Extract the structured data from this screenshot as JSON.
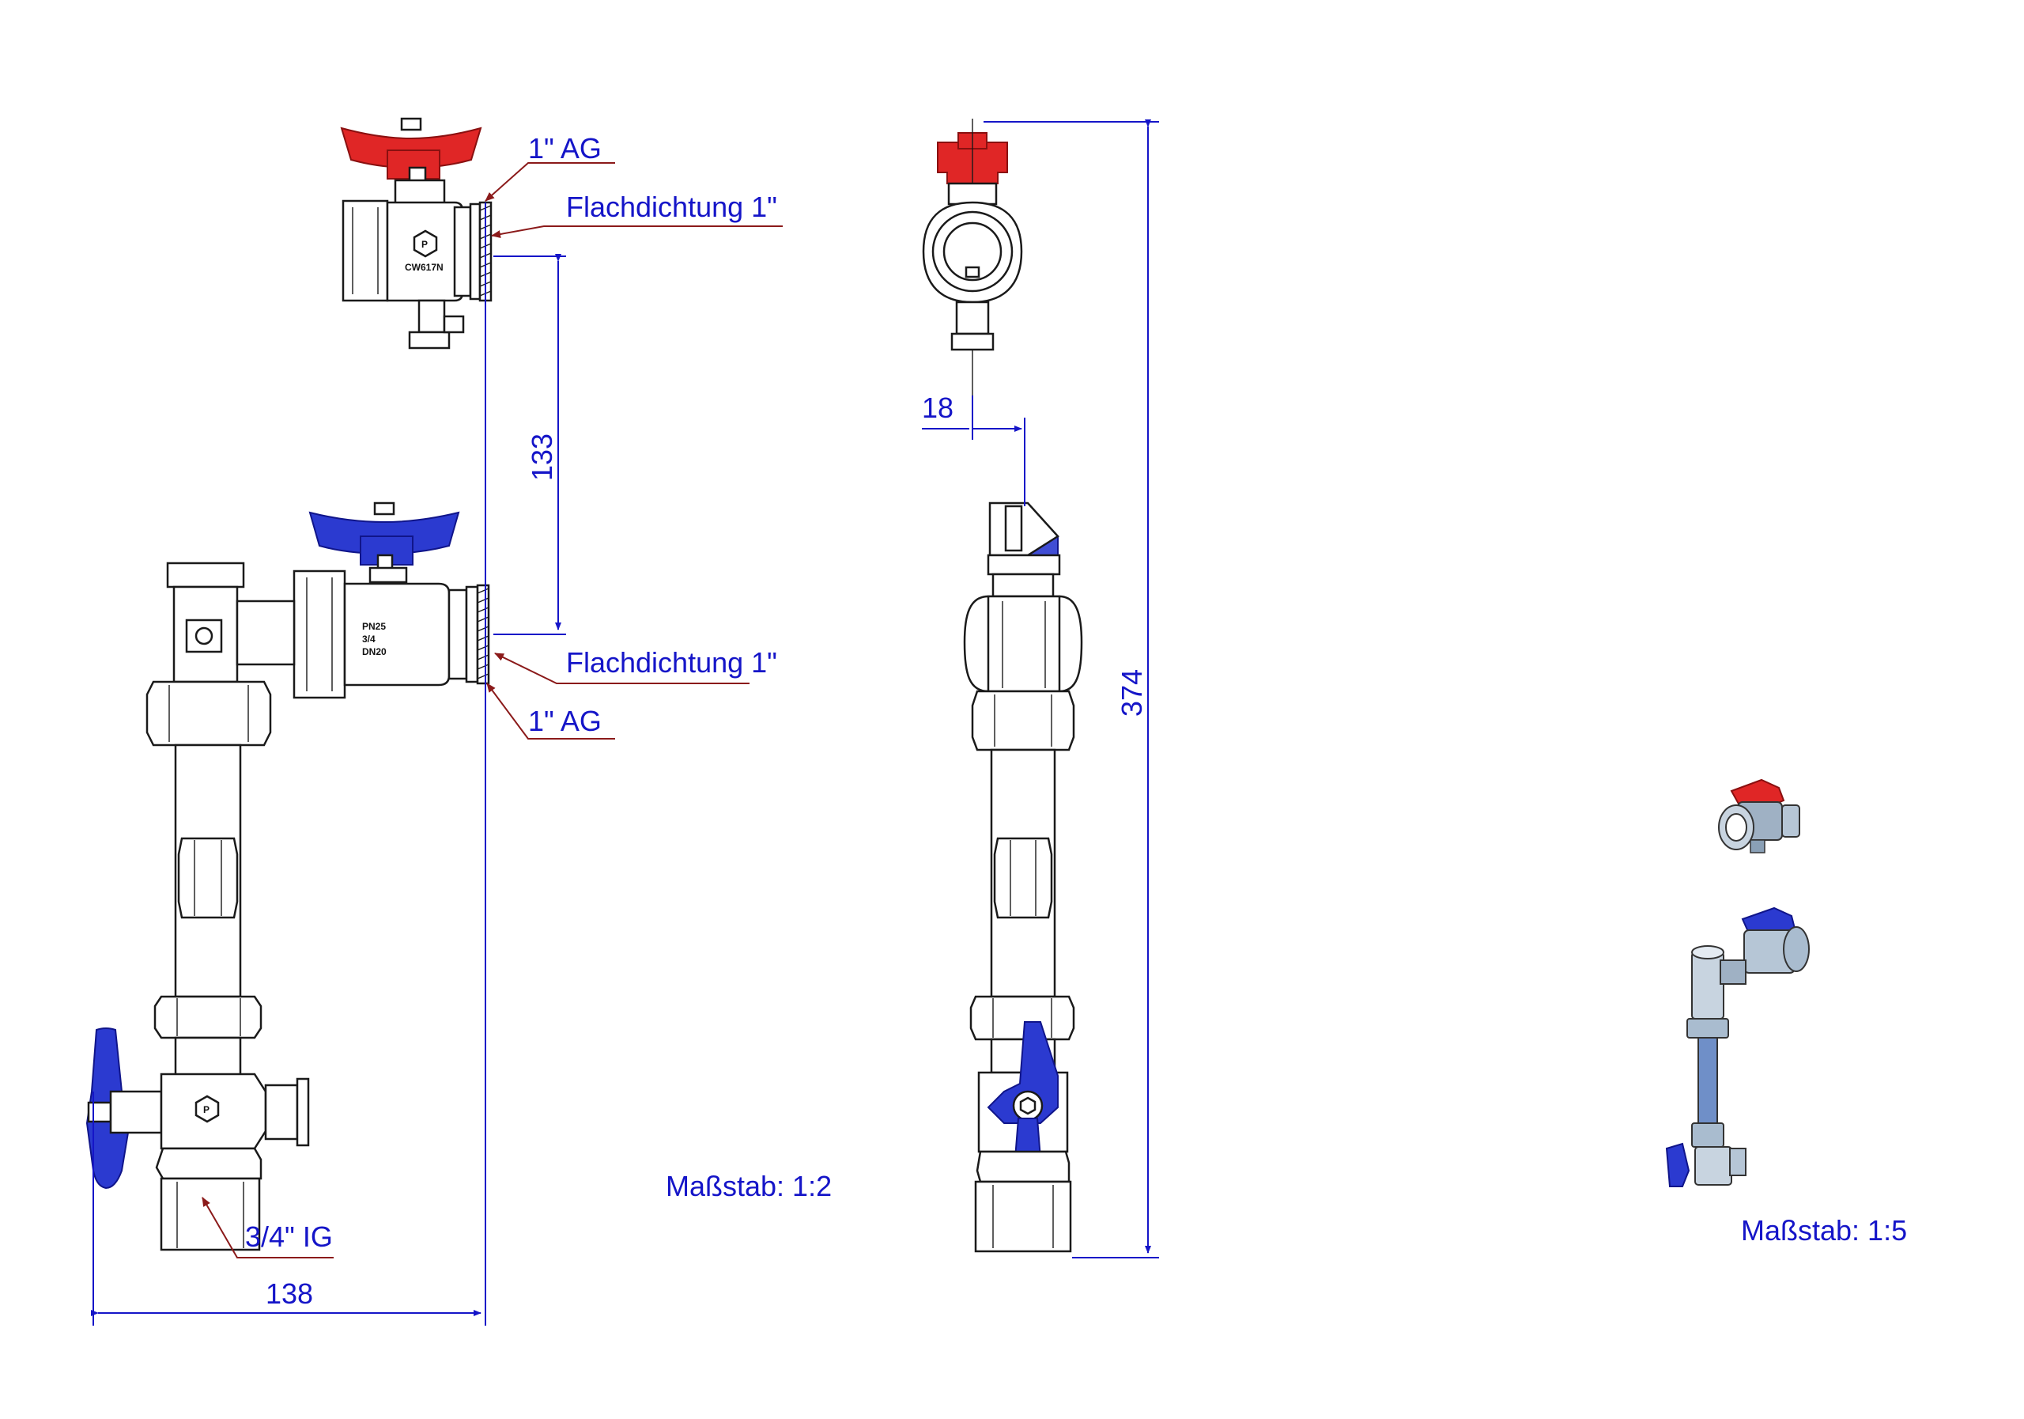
{
  "labels": {
    "top_thread": "1\" AG",
    "top_gasket": "Flachdichtung 1\"",
    "mid_gasket": "Flachdichtung 1\"",
    "mid_thread": "1\" AG",
    "bottom_thread": "3/4\" IG",
    "scale_main": "Maßstab: 1:2",
    "scale_small": "Maßstab: 1:5"
  },
  "dimensions": {
    "width": "138",
    "valve_spacing": "133",
    "total_height": "374",
    "offset": "18"
  },
  "markings": {
    "top_valve_material": "CW617N",
    "top_valve_logo": "P",
    "mid_valve_pn": "PN25",
    "mid_valve_size": "3/4",
    "mid_valve_dn": "DN20",
    "bottom_valve_logo": "P"
  },
  "colors": {
    "label_text": "#1515c8",
    "dimension_line": "#1515c8",
    "leader_line": "#8b1a1a",
    "red_handle": "#e02626",
    "blue_handle": "#2b3ad0"
  },
  "icons": {
    "brand_logo": "hexagon-p-logo-icon"
  }
}
